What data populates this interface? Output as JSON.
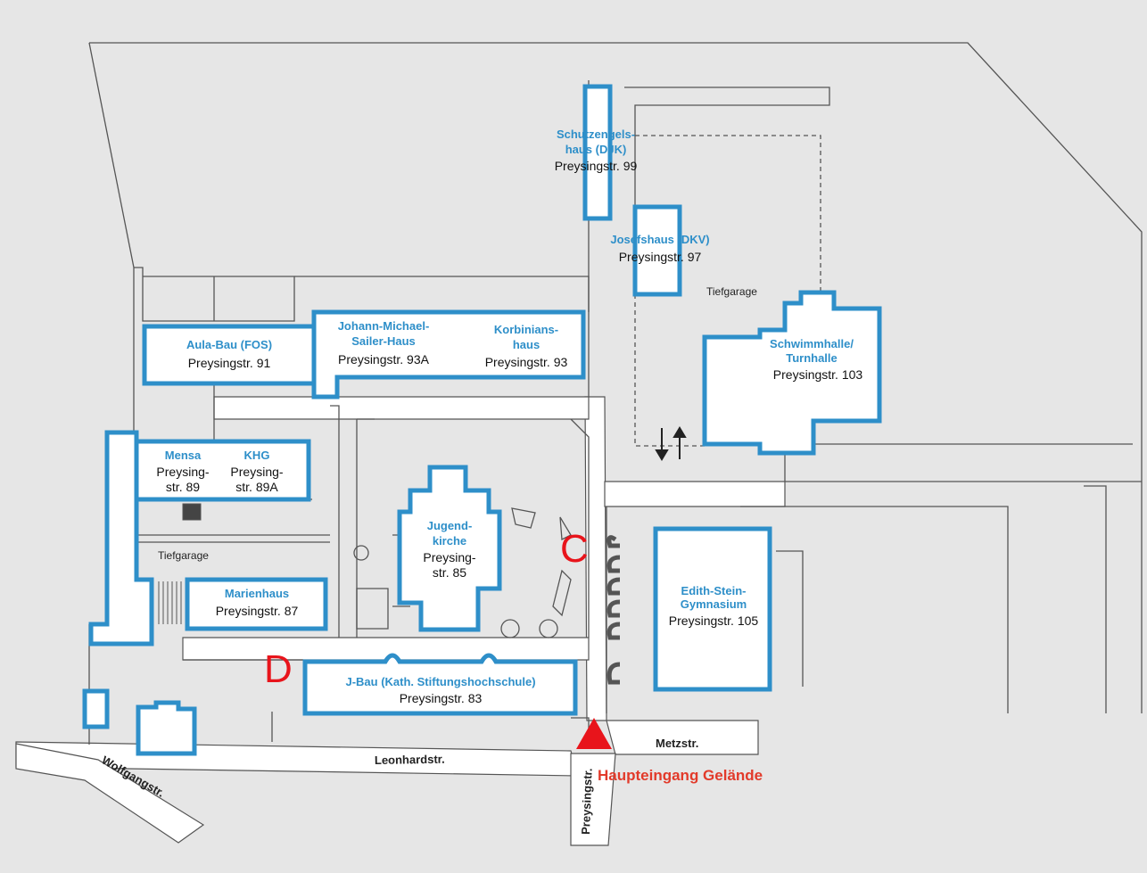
{
  "colors": {
    "background": "#e6e6e6",
    "outline": "#2e8fc9",
    "line": "#555555",
    "marker": "#e8141b",
    "entrance": "#e23a2a"
  },
  "buildings": {
    "schutzengel": {
      "name1": "Schutzengels-",
      "name2": "haus (DJK)",
      "address": "Preysingstr. 99"
    },
    "josefshaus": {
      "name1": "Josefshaus (DKV)",
      "address": "Preysingstr. 97"
    },
    "aula": {
      "name1": "Aula-Bau (FOS)",
      "address": "Preysingstr. 91"
    },
    "sailer": {
      "name1": "Johann-Michael-",
      "name2": "Sailer-Haus",
      "address": "Preysingstr. 93A"
    },
    "korbinian": {
      "name1": "Korbinians-",
      "name2": "haus",
      "address": "Preysingstr. 93"
    },
    "schwimmhalle": {
      "name1": "Schwimmhalle/",
      "name2": "Turnhalle",
      "address": "Preysingstr. 103"
    },
    "mensa": {
      "name1": "Mensa",
      "address1": "Preysing-",
      "address2": "str. 89"
    },
    "khg": {
      "name1": "KHG",
      "address1": "Preysing-",
      "address2": "str. 89A"
    },
    "jugendkirche": {
      "name1": "Jugend-",
      "name2": "kirche",
      "address1": "Preysing-",
      "address2": "str. 85"
    },
    "marienhaus": {
      "name1": "Marienhaus",
      "address": "Preysingstr. 87"
    },
    "edith": {
      "name1": "Edith-Stein-",
      "name2": "Gymnasium",
      "address": "Preysingstr. 105"
    },
    "jbau": {
      "name1": "J-Bau (Kath. Stiftungshochschule)",
      "address": "Preysingstr. 83"
    }
  },
  "labels": {
    "tiefgarage_east": "Tiefgarage",
    "tiefgarage_west": "Tiefgarage"
  },
  "markers": {
    "c": "C",
    "d": "D"
  },
  "streets": {
    "metzstr": "Metzstr.",
    "leonhardstr": "Leonhardstr.",
    "wolfgangstr": "Wolfgangstr.",
    "preysingstr": "Preysingstr."
  },
  "entrance": {
    "label": "Haupteingang Gelände"
  }
}
